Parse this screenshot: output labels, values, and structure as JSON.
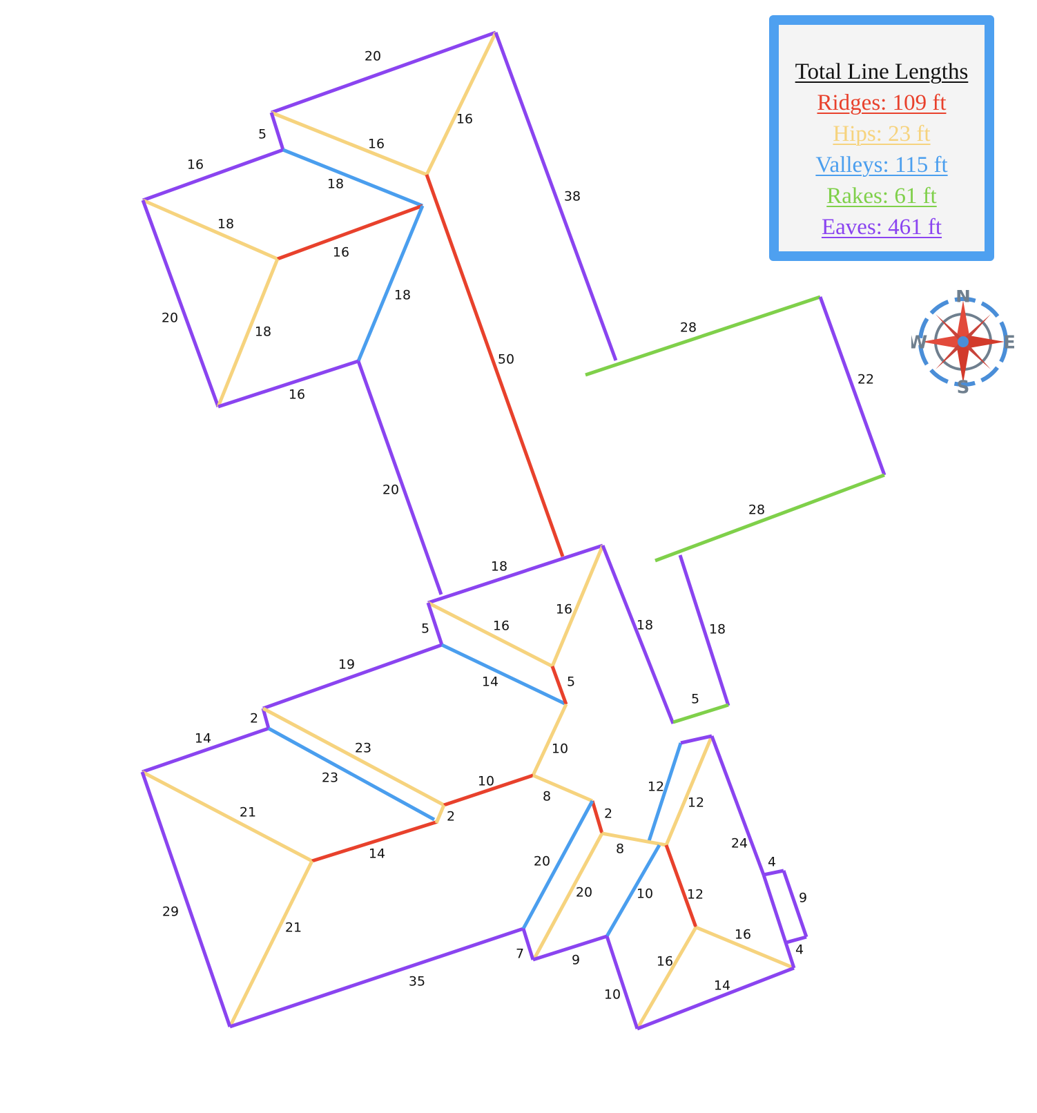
{
  "legend": {
    "title": "Total Line Lengths",
    "items": [
      {
        "key": "ridges",
        "label": "Ridges: 109 ft",
        "color": "#e8412c"
      },
      {
        "key": "hips",
        "label": "Hips: 23 ft",
        "color": "#f6d37e"
      },
      {
        "key": "valleys",
        "label": "Valleys: 115 ft",
        "color": "#4a9eee"
      },
      {
        "key": "rakes",
        "label": "Rakes: 61 ft",
        "color": "#7fd04a"
      },
      {
        "key": "eaves",
        "label": "Eaves: 461 ft",
        "color": "#8a44f0"
      }
    ]
  },
  "compass": {
    "north": "N",
    "south": "S",
    "east": "E",
    "west": "W"
  },
  "segment_labels": [
    "20",
    "16",
    "5",
    "16",
    "16",
    "18",
    "18",
    "16",
    "18",
    "20",
    "18",
    "16",
    "38",
    "50",
    "20",
    "28",
    "22",
    "28",
    "18",
    "16",
    "16",
    "18",
    "18",
    "5",
    "5",
    "19",
    "14",
    "5",
    "2",
    "14",
    "23",
    "23",
    "10",
    "10",
    "8",
    "2",
    "21",
    "14",
    "21",
    "2",
    "29",
    "35",
    "12",
    "12",
    "8",
    "20",
    "20",
    "10",
    "12",
    "24",
    "4",
    "9",
    "4",
    "16",
    "7",
    "9",
    "16",
    "14",
    "10"
  ]
}
